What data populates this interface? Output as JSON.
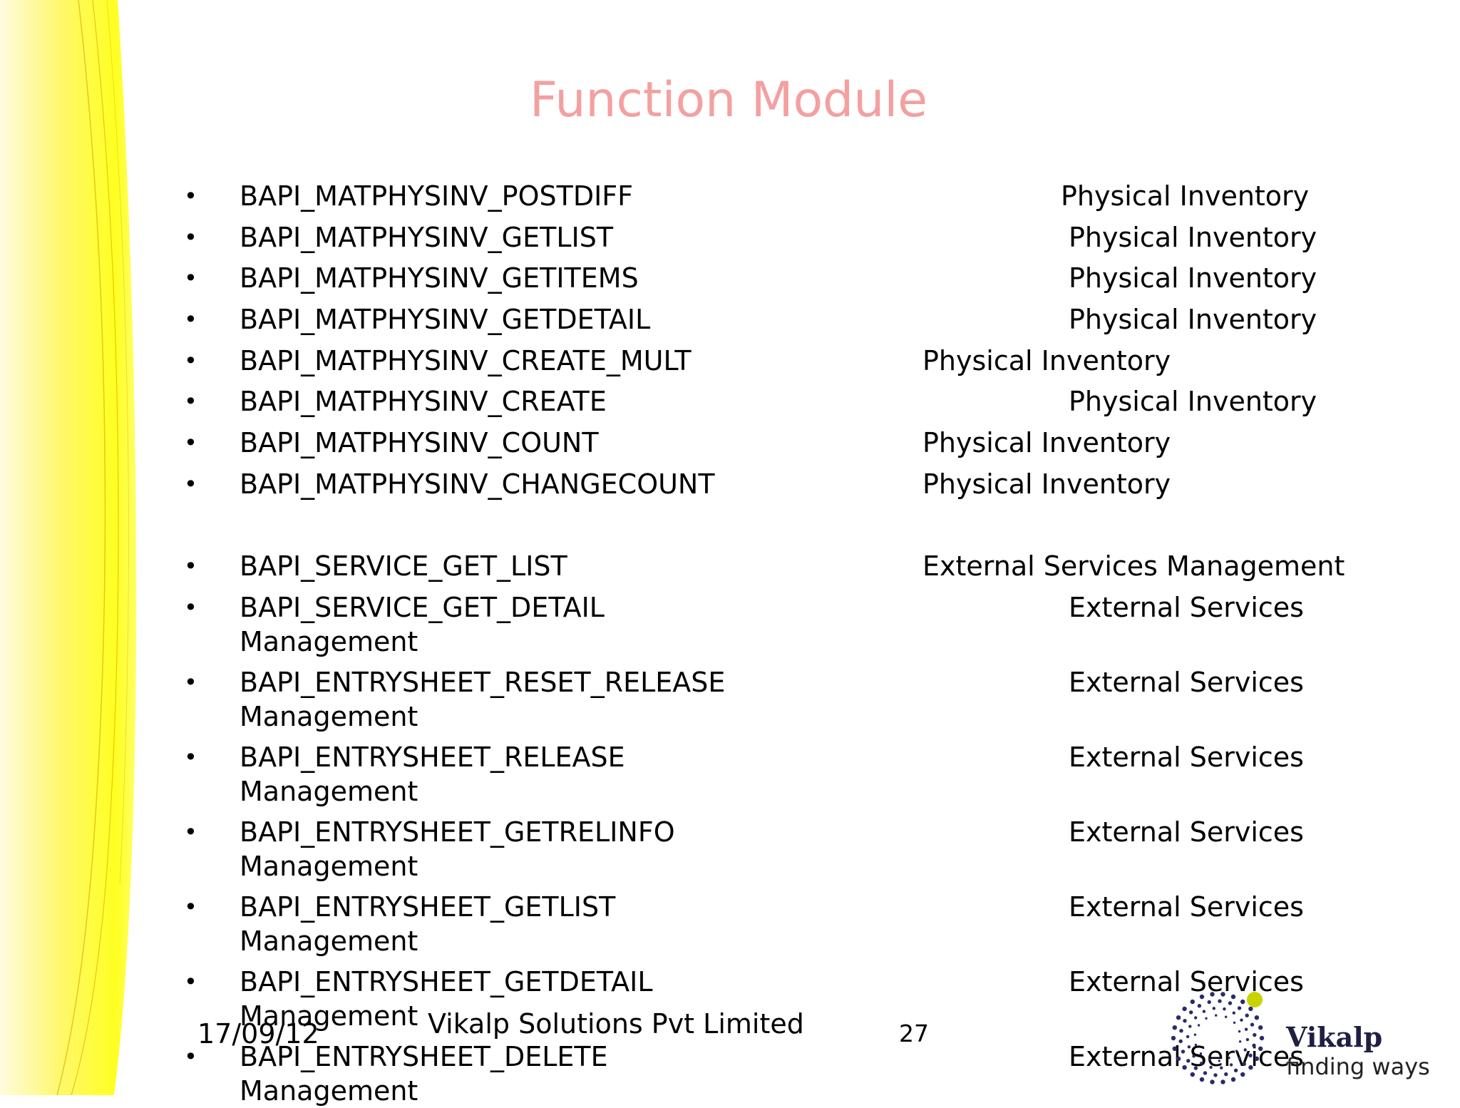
{
  "slide": {
    "title": "Function Module",
    "items": [
      {
        "name": "BAPI_MATPHYSINV_POSTDIFF",
        "category": "Physical Inventory"
      },
      {
        "name": "BAPI_MATPHYSINV_GETLIST",
        "category": "Physical Inventory"
      },
      {
        "name": "BAPI_MATPHYSINV_GETITEMS",
        "category": "Physical Inventory"
      },
      {
        "name": "BAPI_MATPHYSINV_GETDETAIL",
        "category": "Physical Inventory"
      },
      {
        "name": "BAPI_MATPHYSINV_CREATE_MULT",
        "category": "Physical Inventory"
      },
      {
        "name": "BAPI_MATPHYSINV_CREATE",
        "category": "Physical Inventory"
      },
      {
        "name": "BAPI_MATPHYSINV_COUNT",
        "category": "Physical Inventory"
      },
      {
        "name": "BAPI_MATPHYSINV_CHANGECOUNT",
        "category": "Physical Inventory"
      },
      {
        "name": "BAPI_SERVICE_GET_LIST",
        "category": "External Services Management"
      },
      {
        "name": "BAPI_SERVICE_GET_DETAIL",
        "category": "External Services",
        "wrap": "Management"
      },
      {
        "name": "BAPI_ENTRYSHEET_RESET_RELEASE",
        "category": "External Services",
        "wrap": "Management"
      },
      {
        "name": "BAPI_ENTRYSHEET_RELEASE",
        "category": "External Services",
        "wrap": "Management"
      },
      {
        "name": "BAPI_ENTRYSHEET_GETRELINFO",
        "category": "External Services",
        "wrap": "Management"
      },
      {
        "name": "BAPI_ENTRYSHEET_GETLIST",
        "category": "External Services",
        "wrap": "Management"
      },
      {
        "name": "BAPI_ENTRYSHEET_GETDETAIL",
        "category": "External Services",
        "wrap": "Management"
      },
      {
        "name": "BAPI_ENTRYSHEET_DELETE",
        "category": "External Services",
        "wrap": "Management"
      }
    ]
  },
  "footer": {
    "date": "17/09/12",
    "company": "Vikalp Solutions Pvt Limited",
    "page": "27",
    "logo_name": "Vikalp",
    "logo_tagline": "finding ways"
  },
  "colors": {
    "title": "#f4a0a0",
    "swoosh": "#ffff33",
    "logo_dots": "#2a2a6a",
    "logo_accent": "#c8d400"
  },
  "bullet_glyph": "•"
}
